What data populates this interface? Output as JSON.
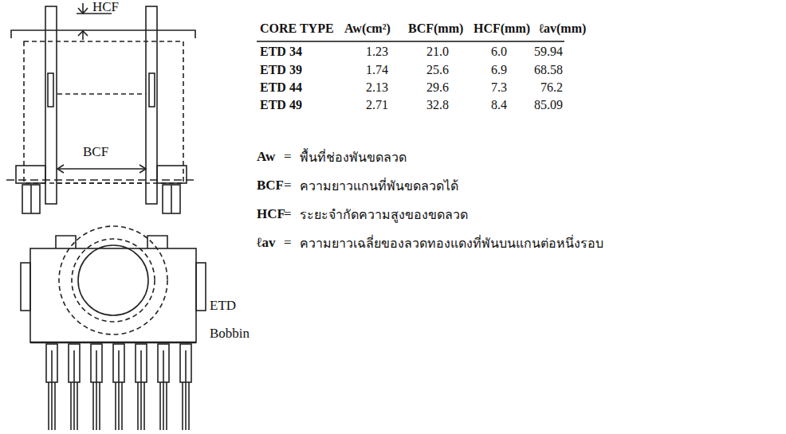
{
  "diagram": {
    "labels": [
      "HCF",
      "BCF",
      "ETD",
      "Bobbin",
      "CORE TYPE",
      "Aw(cm²)",
      "BCF(mm)",
      "HCF(mm)",
      "ℓav(mm)",
      "ETD 34",
      "1.23",
      "21.0",
      "6.0",
      "59.94",
      "ETD 39",
      "1.74",
      "25.6",
      "6.9",
      "68.58",
      "ETD 44",
      "2.13",
      "29.6",
      "7.3",
      "76.2",
      "ETD 49",
      "2.71",
      "32.8",
      "8.4",
      "85.09",
      "Aw",
      "=",
      "พื้นที่ช่องพันขดลวด",
      "BCF",
      "=",
      "ความยาวแกนที่พันขดลวดได้",
      "HCF",
      "=",
      "ระยะจำกัดความสูงของขดลวด",
      "ℓav",
      "=",
      "ความยาวเฉลี่ยของลวดทองแดงที่พันบนแกนต่อหนึ่งรอบ"
    ]
  }
}
